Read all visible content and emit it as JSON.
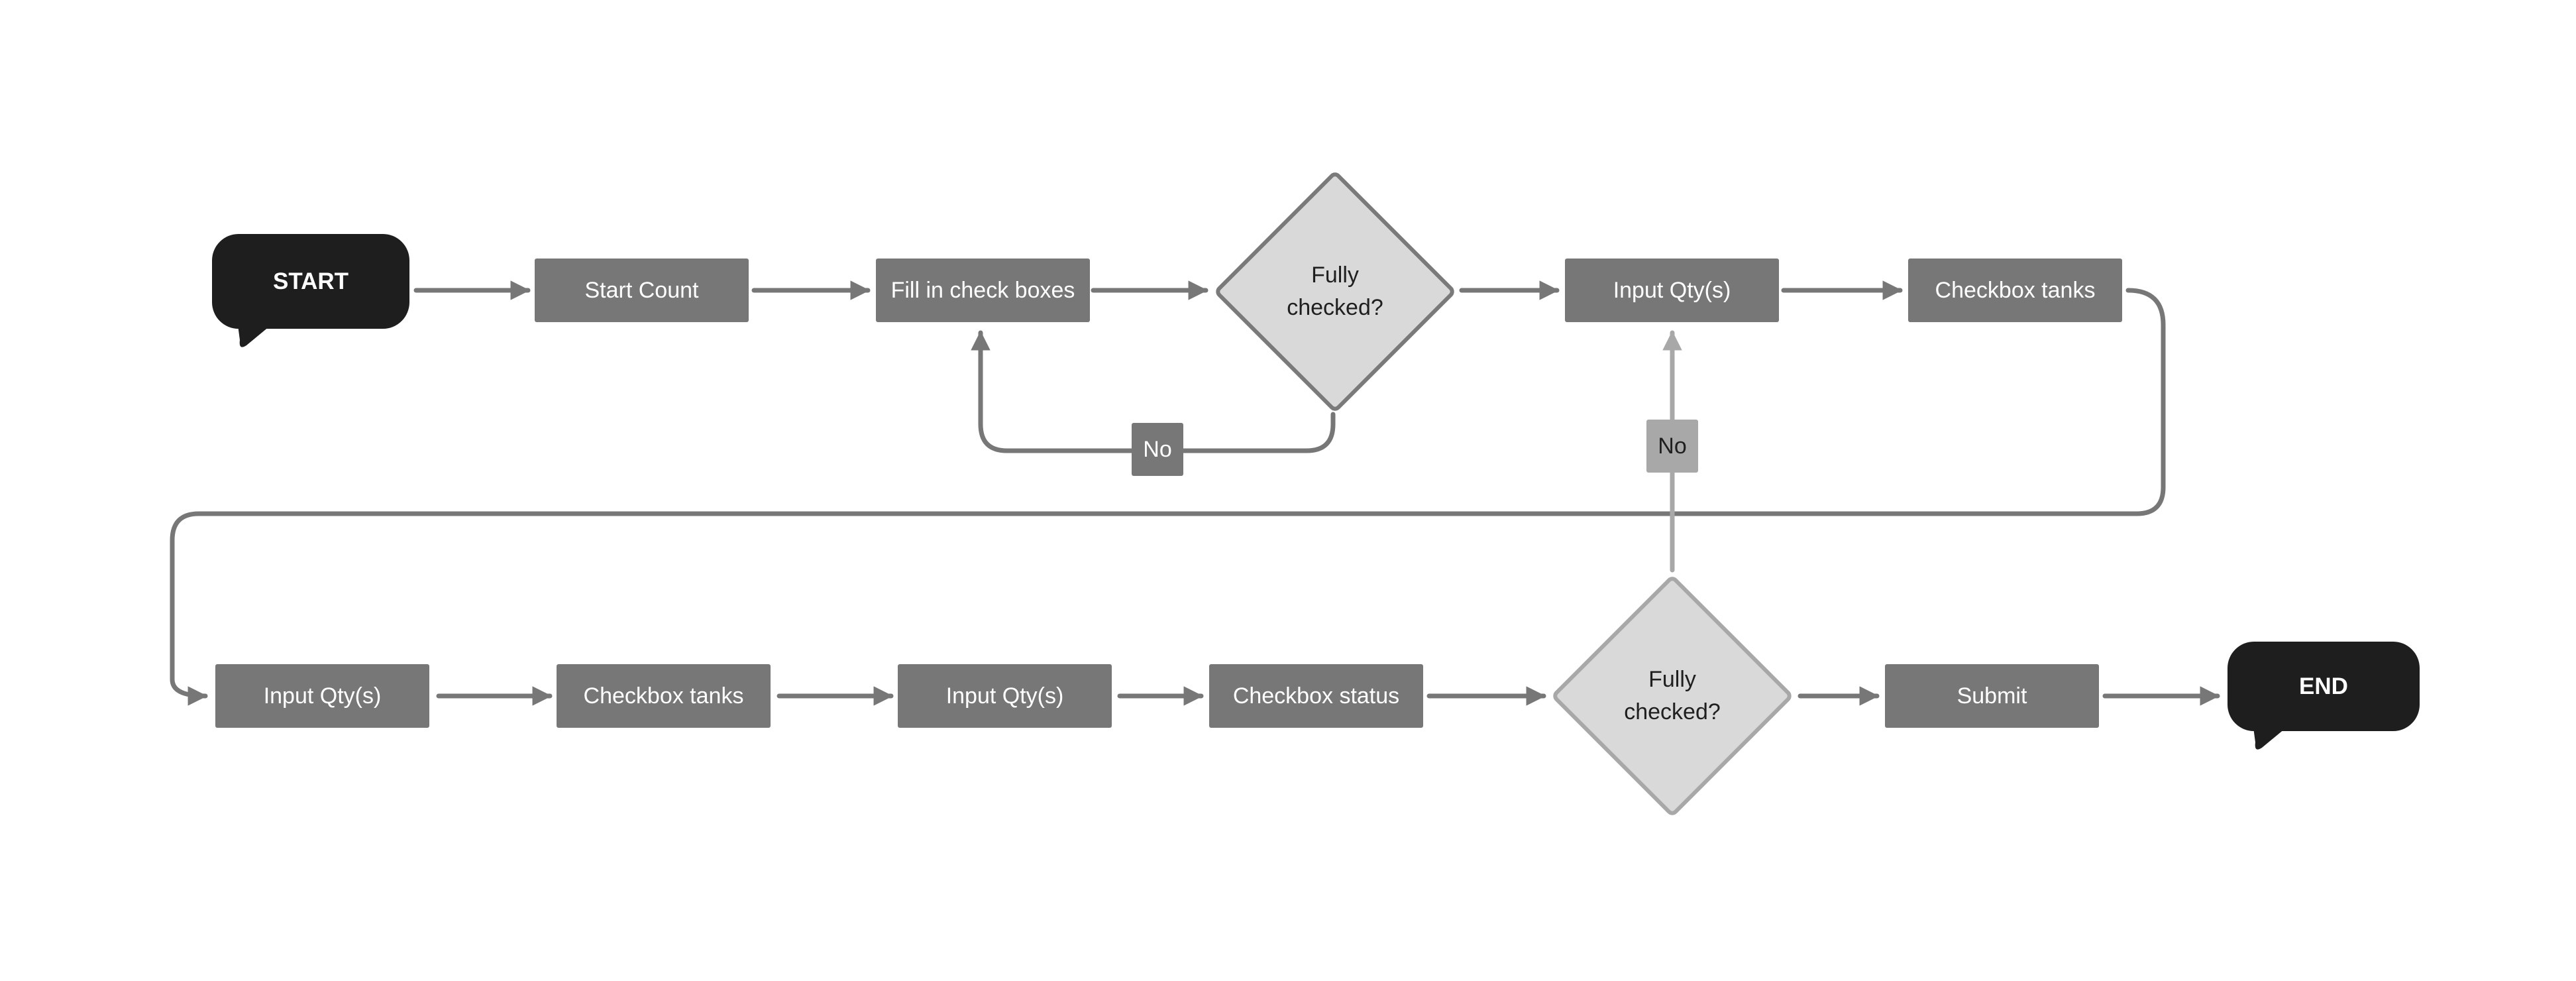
{
  "terminals": {
    "start": "START",
    "end": "END"
  },
  "steps": {
    "start_count": "Start Count",
    "fill_check_boxes": "Fill in check boxes",
    "input_qty_top": "Input Qty(s)",
    "checkbox_tanks_top": "Checkbox tanks",
    "input_qty_1": "Input Qty(s)",
    "checkbox_tanks_bottom": "Checkbox tanks",
    "input_qty_2": "Input Qty(s)",
    "checkbox_status": "Checkbox status",
    "submit": "Submit"
  },
  "decisions": {
    "fully_checked_top": "Fully\nchecked?",
    "fully_checked_bottom": "Fully\nchecked?"
  },
  "branch_labels": {
    "no_top": "No",
    "no_bottom": "No"
  },
  "colors": {
    "process_fill": "#777777",
    "terminal_fill": "#1e1e1e",
    "decision_fill": "#d9d9d9",
    "decision_stroke_dark": "#7a7a7a",
    "decision_stroke_light": "#a8a8a8",
    "connector": "#777777",
    "connector_light": "#a8a8a8"
  }
}
